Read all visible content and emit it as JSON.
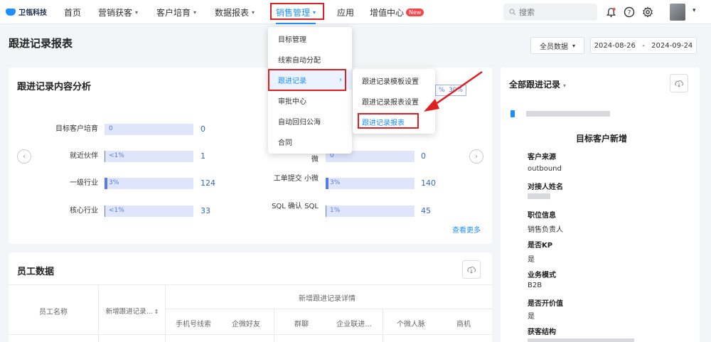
{
  "brand": {
    "name": "卫瓴科技"
  },
  "nav": {
    "items": [
      {
        "label": "首页",
        "has_chevron": false
      },
      {
        "label": "营销获客",
        "has_chevron": true
      },
      {
        "label": "客户培育",
        "has_chevron": true
      },
      {
        "label": "数据报表",
        "has_chevron": true
      },
      {
        "label": "销售管理",
        "has_chevron": true
      },
      {
        "label": "应用",
        "has_chevron": false
      },
      {
        "label": "增值中心",
        "has_chevron": false
      }
    ],
    "new_badge": "New",
    "search_placeholder": "搜索"
  },
  "page": {
    "title": "跟进记录报表",
    "filter_label": "全员数据",
    "date_start": "2024-08-26",
    "date_sep": "-",
    "date_end": "2024-09-24"
  },
  "analysis": {
    "title": "跟进记录内容分析",
    "left_rows": [
      {
        "label": "目标客户培育",
        "pct": "0",
        "value": "0"
      },
      {
        "label": "就近伙伴",
        "pct": "<1%",
        "value": "1"
      },
      {
        "label": "一级行业",
        "pct": "3%",
        "value": "124"
      },
      {
        "label": "核心行业",
        "pct": "<1%",
        "value": "33"
      }
    ],
    "right_rows": [
      {
        "label": "微",
        "pct": "0",
        "value": "0"
      },
      {
        "label": "工单提交 小微",
        "pct": "3%",
        "value": "140"
      },
      {
        "label": "SQL 确认 SQL",
        "pct": "1%",
        "value": "45"
      }
    ],
    "top_right_fragment_a": "%",
    "top_right_fragment_b": "30%",
    "more": "查看更多"
  },
  "employee": {
    "title": "员工数据",
    "col_name": "员工名称",
    "col_new": "新增跟进记录...",
    "group_header": "新增跟进记录详情",
    "sub_cols": [
      "手机号线索",
      "企微好友",
      "群聊",
      "企业联进...",
      "个微人脉",
      "商机"
    ]
  },
  "right_panel": {
    "title": "全部跟进记录",
    "card_title": "目标客户新增",
    "fields": [
      {
        "label": "客户来源",
        "value": "outbound"
      },
      {
        "label": "对接人姓名",
        "value": ""
      },
      {
        "label": "职位信息",
        "value": "销售负责人"
      },
      {
        "label": "是否KP",
        "value": "是"
      },
      {
        "label": "业务模式",
        "value": "B2B"
      },
      {
        "label": "是否开价值",
        "value": "是"
      },
      {
        "label": "获客结构",
        "value": ""
      }
    ]
  },
  "menu": {
    "items": [
      "目标管理",
      "线索自动分配",
      "跟进记录",
      "审批中心",
      "自动回归公海",
      "合同"
    ],
    "active_index": 2,
    "submenu": [
      "跟进记录模板设置",
      "跟进记录报表设置",
      "跟进记录报表"
    ],
    "submenu_active_index": 2
  },
  "colors": {
    "accent": "#1f8fff",
    "bar": "#5b7be9",
    "highlight": "#e02020"
  }
}
